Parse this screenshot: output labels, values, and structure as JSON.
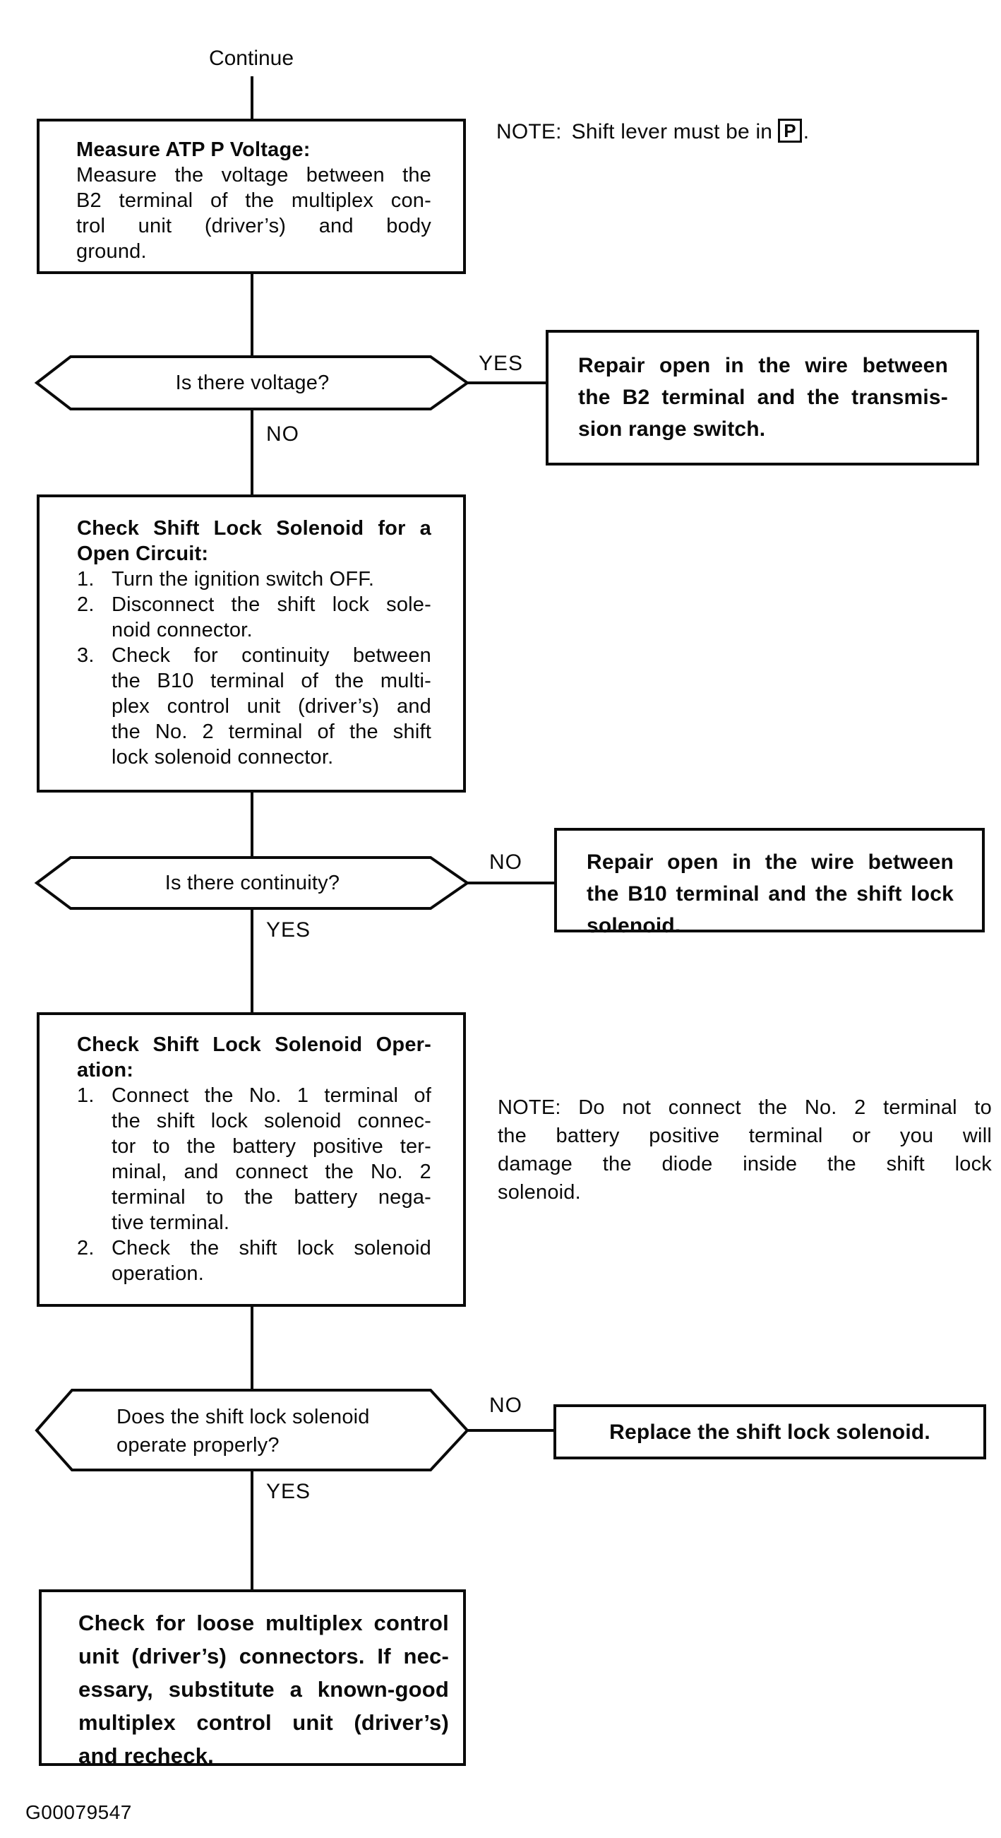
{
  "page": {
    "entry_label": "Continue",
    "figure_code": "G00079547"
  },
  "notes": {
    "shift_lever": {
      "label": "NOTE:",
      "text": "Shift lever must be in",
      "boxed_letter": "P",
      "suffix": "."
    },
    "no2_terminal": {
      "lines": [
        "NOTE: Do not connect the No. 2 terminal to",
        "the battery positive terminal or you will",
        "damage the diode inside the shift lock",
        "solenoid."
      ]
    }
  },
  "process_boxes": {
    "measure_atp": {
      "title": "Measure ATP P Voltage:",
      "lines": [
        "Measure the voltage between the",
        "B2 terminal of the multiplex con-",
        "trol unit (driver’s) and body",
        "ground."
      ]
    },
    "check_open_circuit": {
      "title_lines": [
        "Check Shift Lock Solenoid for a",
        "Open Circuit:"
      ],
      "items": [
        {
          "num": "1.",
          "lines": [
            "Turn the ignition switch OFF."
          ]
        },
        {
          "num": "2.",
          "lines": [
            "Disconnect the shift lock sole-",
            "noid connector."
          ]
        },
        {
          "num": "3.",
          "lines": [
            "Check for continuity between",
            "the B10 terminal of the multi-",
            "plex control unit (driver’s) and",
            "the No. 2 terminal of the shift",
            "lock solenoid connector."
          ]
        }
      ]
    },
    "check_operation": {
      "title_lines": [
        "Check Shift Lock Solenoid Oper-",
        "ation:"
      ],
      "items": [
        {
          "num": "1.",
          "lines": [
            "Connect the No. 1 terminal of",
            "the shift lock solenoid connec-",
            "tor to the battery positive ter-",
            "minal, and connect the No. 2",
            "terminal to the battery nega-",
            "tive terminal."
          ]
        },
        {
          "num": "2.",
          "lines": [
            "Check the shift lock solenoid",
            "operation."
          ]
        }
      ]
    },
    "check_loose_connectors": {
      "lines": [
        "Check for loose multiplex control",
        "unit (driver’s) connectors. If nec-",
        "essary, substitute a known-good",
        "multiplex control unit (driver’s)",
        "and recheck."
      ]
    }
  },
  "action_boxes": {
    "repair_b2": {
      "lines": [
        "Repair open in the wire between",
        "the B2 terminal and the transmis-",
        "sion range switch."
      ]
    },
    "repair_b10": {
      "lines": [
        "Repair open in the wire between",
        "the B10 terminal and the shift lock",
        "solenoid."
      ]
    },
    "replace_solenoid": {
      "label": "Replace the shift lock solenoid."
    }
  },
  "decisions": {
    "voltage": {
      "question": "Is there voltage?",
      "yes_label": "YES",
      "no_label": "NO"
    },
    "continuity": {
      "question": "Is there continuity?",
      "yes_label": "YES",
      "no_label": "NO"
    },
    "operation": {
      "question_lines": [
        "Does the shift lock solenoid",
        "operate properly?"
      ],
      "yes_label": "YES",
      "no_label": "NO"
    }
  }
}
